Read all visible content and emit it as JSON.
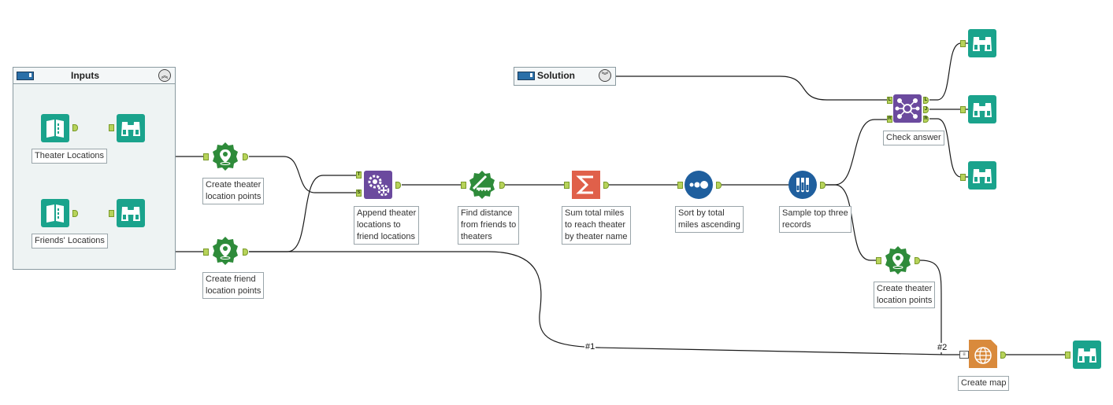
{
  "containers": {
    "inputs": {
      "title": "Inputs",
      "toggle_icon": "chevron-up-icon"
    },
    "solution": {
      "title": "Solution",
      "toggle_icon": "chevron-down-icon"
    }
  },
  "tools": {
    "theater_input": {
      "label": "Theater Locations",
      "icon": "book-input-icon",
      "color": "#1aa38c"
    },
    "theater_browse": {
      "icon": "binoculars-icon",
      "color": "#1aa38c"
    },
    "friends_input": {
      "label": "Friends' Locations",
      "icon": "book-input-icon",
      "color": "#1aa38c"
    },
    "friends_browse": {
      "icon": "binoculars-icon",
      "color": "#1aa38c"
    },
    "create_theater_points": {
      "label": "Create theater\nlocation points",
      "icon": "map-pin-icon",
      "color": "#2e8b3a"
    },
    "create_friend_points": {
      "label": "Create friend\nlocation points",
      "icon": "map-pin-icon",
      "color": "#2e8b3a"
    },
    "append": {
      "label": "Append theater\nlocations to\nfriend locations",
      "icon": "gears-icon",
      "color": "#6b4a9e",
      "anchor_t": "T",
      "anchor_s": "S"
    },
    "distance": {
      "label": "Find distance\nfrom friends to\ntheaters",
      "icon": "ruler-icon",
      "color": "#2e8b3a"
    },
    "summarize": {
      "label": "Sum total miles\nto reach theater\nby theater name",
      "icon": "sigma-icon",
      "color": "#e0604a"
    },
    "sort": {
      "label": "Sort by total\nmiles ascending",
      "icon": "dots-icon",
      "color": "#1f5f9e"
    },
    "sample": {
      "label": "Sample top three\nrecords",
      "icon": "test-tubes-icon",
      "color": "#1f5f9e"
    },
    "check_answer": {
      "label": "Check answer",
      "icon": "join-network-icon",
      "color": "#6b4a9e",
      "anchor_l": "L",
      "anchor_r": "R",
      "anchor_j": "J"
    },
    "create_theater_points_2": {
      "label": "Create theater\nlocation points",
      "icon": "map-pin-icon",
      "color": "#2e8b3a"
    },
    "create_map": {
      "label": "Create map",
      "icon": "globe-doc-icon",
      "color": "#d98a3c"
    },
    "browse_l": {
      "icon": "binoculars-icon",
      "color": "#1aa38c"
    },
    "browse_j": {
      "icon": "binoculars-icon",
      "color": "#1aa38c"
    },
    "browse_r": {
      "icon": "binoculars-icon",
      "color": "#1aa38c"
    },
    "browse_map": {
      "icon": "binoculars-icon",
      "color": "#1aa38c"
    }
  },
  "wire_labels": {
    "one": "#1",
    "two": "#2"
  }
}
